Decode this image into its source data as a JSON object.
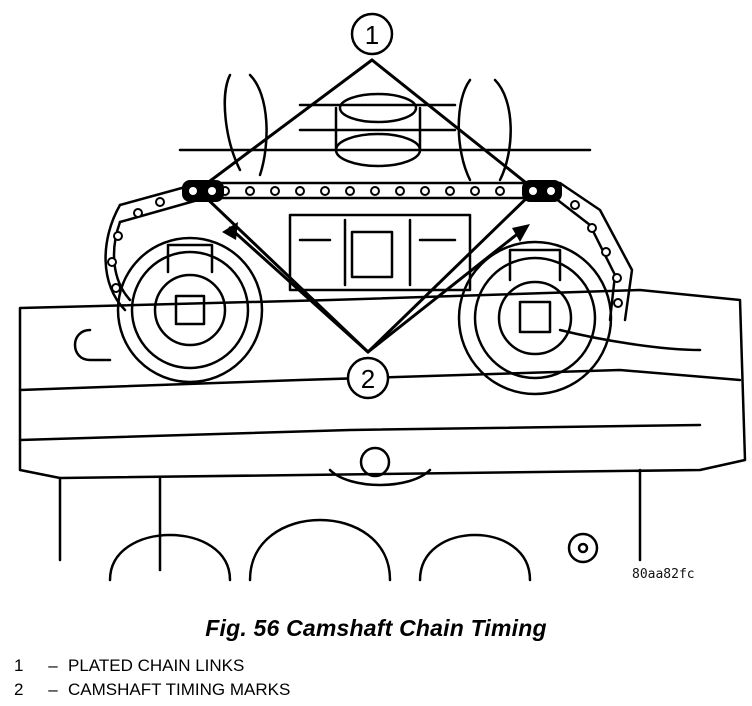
{
  "figure": {
    "code": "80aa82fc",
    "caption": "Fig. 56 Camshaft Chain Timing"
  },
  "callouts": [
    {
      "number": "1",
      "description": "PLATED CHAIN LINKS"
    },
    {
      "number": "2",
      "description": "CAMSHAFT TIMING MARKS"
    }
  ],
  "legend": {
    "separator": "–"
  }
}
